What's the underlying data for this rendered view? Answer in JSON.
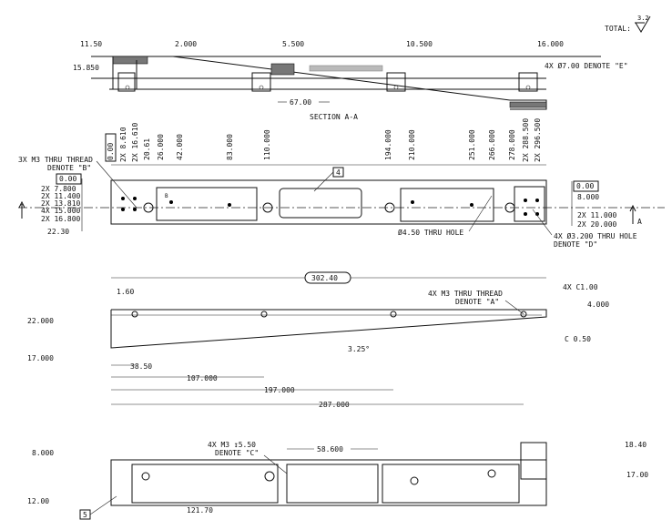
{
  "surface_finish": {
    "label": "TOTAL:",
    "value": "3.2"
  },
  "section_view": {
    "title": "SECTION  A-A",
    "dims": [
      "11.50",
      "2.000",
      "5.500",
      "10.500",
      "16.000",
      "15.850",
      "67.00"
    ],
    "hole_note": "4X Ø7.00 DENOTE \"E\"",
    "datum_letter": "E"
  },
  "top_view": {
    "top_dims": [
      "0.00",
      "2X 8.610",
      "2X 16.610",
      "20.61",
      "26.000",
      "42.000",
      "83.000",
      "110.000",
      "194.000",
      "210.000",
      "251.000",
      "266.000",
      "278.000",
      "2X 288.500",
      "2X 296.500"
    ],
    "left_note": [
      "3X M3 THRU THREAD",
      "DENOTE \"B\""
    ],
    "left_dims": [
      "0.00",
      "2X 7.800",
      "2X 11.400",
      "2X 13.810",
      "4X 15.000",
      "2X 16.800",
      "22.30"
    ],
    "right_dims": [
      "0.00",
      "8.000",
      "2X 11.000",
      "2X 20.000"
    ],
    "hole_note": "Ø4.50 THRU HOLE",
    "right_note": [
      "4X Ø3.200 THRU HOLE",
      "DENOTE \"D\""
    ],
    "balloon": "4",
    "section_marker": "A",
    "thread_marker": "B"
  },
  "side_view": {
    "overall": "302.40",
    "dims": [
      "1.60",
      "22.000",
      "17.000",
      "38.50",
      "107.000",
      "197.000",
      "287.000",
      "4.000"
    ],
    "angle": "3.25°",
    "chamfer_big": "4X C1.00",
    "chamfer_small": "C 0.50",
    "thread_note": [
      "4X M3 THRU THREAD",
      "DENOTE \"A\""
    ]
  },
  "bottom_view": {
    "dims": [
      "8.000",
      "12.00",
      "121.70",
      "58.600",
      "18.40",
      "17.00"
    ],
    "thread_note": [
      "4X M3 ↧5.50",
      "DENOTE \"C\""
    ],
    "balloon": "5"
  }
}
